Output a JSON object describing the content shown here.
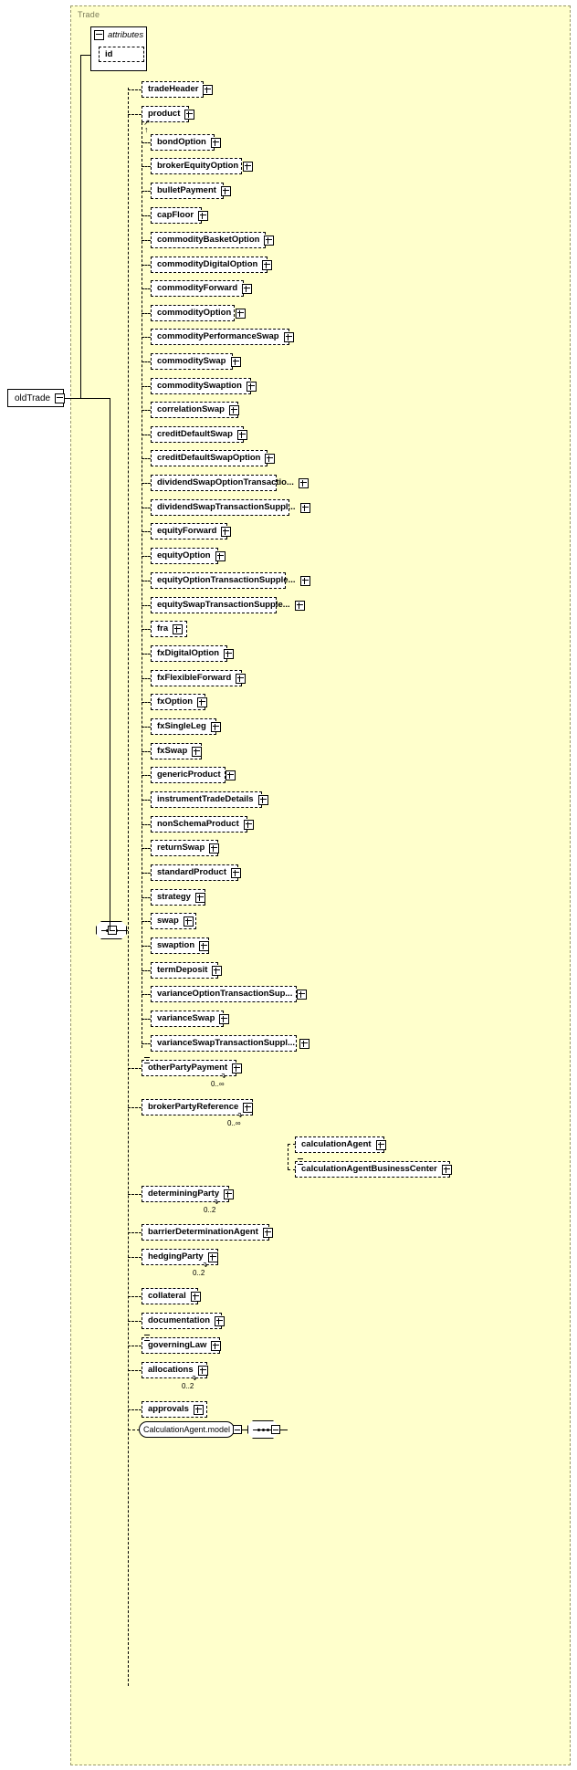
{
  "diagram": {
    "type": "xsd-schema-tree",
    "root": {
      "label": "oldTrade",
      "expander": "minus"
    },
    "group": {
      "title": "Trade"
    },
    "attributes": {
      "header": "attributes",
      "expander": "minus",
      "items": [
        {
          "label": "id"
        }
      ]
    },
    "sequence_connector": {
      "name": "sequence",
      "expander": "minus"
    },
    "children": [
      {
        "label": "tradeHeader",
        "expander": "plus",
        "occurrence": "",
        "indent": 1
      },
      {
        "label": "product",
        "expander": "plus",
        "occurrence": "",
        "indent": 1,
        "abstract": true
      },
      {
        "label": "bondOption",
        "expander": "plus",
        "occurrence": "",
        "indent": 2
      },
      {
        "label": "brokerEquityOption",
        "expander": "plus",
        "occurrence": "",
        "indent": 2
      },
      {
        "label": "bulletPayment",
        "expander": "plus",
        "occurrence": "",
        "indent": 2
      },
      {
        "label": "capFloor",
        "expander": "plus",
        "occurrence": "",
        "indent": 2
      },
      {
        "label": "commodityBasketOption",
        "expander": "plus",
        "occurrence": "",
        "indent": 2
      },
      {
        "label": "commodityDigitalOption",
        "expander": "plus",
        "occurrence": "",
        "indent": 2
      },
      {
        "label": "commodityForward",
        "expander": "plus",
        "occurrence": "",
        "indent": 2
      },
      {
        "label": "commodityOption",
        "expander": "plus",
        "occurrence": "",
        "indent": 2
      },
      {
        "label": "commodityPerformanceSwap",
        "expander": "plus",
        "occurrence": "",
        "indent": 2
      },
      {
        "label": "commoditySwap",
        "expander": "plus",
        "occurrence": "",
        "indent": 2
      },
      {
        "label": "commoditySwaption",
        "expander": "plus",
        "occurrence": "",
        "indent": 2
      },
      {
        "label": "correlationSwap",
        "expander": "plus",
        "occurrence": "",
        "indent": 2
      },
      {
        "label": "creditDefaultSwap",
        "expander": "plus",
        "occurrence": "",
        "indent": 2
      },
      {
        "label": "creditDefaultSwapOption",
        "expander": "plus",
        "occurrence": "",
        "indent": 2
      },
      {
        "label": "dividendSwapOptionTransactio...",
        "expander": "plus",
        "occurrence": "",
        "indent": 2
      },
      {
        "label": "dividendSwapTransactionSuppl...",
        "expander": "plus",
        "occurrence": "",
        "indent": 2
      },
      {
        "label": "equityForward",
        "expander": "plus",
        "occurrence": "",
        "indent": 2
      },
      {
        "label": "equityOption",
        "expander": "plus",
        "occurrence": "",
        "indent": 2
      },
      {
        "label": "equityOptionTransactionSupple...",
        "expander": "plus",
        "occurrence": "",
        "indent": 2
      },
      {
        "label": "equitySwapTransactionSupple...",
        "expander": "plus",
        "occurrence": "",
        "indent": 2
      },
      {
        "label": "fra",
        "expander": "plus",
        "occurrence": "",
        "indent": 2
      },
      {
        "label": "fxDigitalOption",
        "expander": "plus",
        "occurrence": "",
        "indent": 2
      },
      {
        "label": "fxFlexibleForward",
        "expander": "plus",
        "occurrence": "",
        "indent": 2
      },
      {
        "label": "fxOption",
        "expander": "plus",
        "occurrence": "",
        "indent": 2
      },
      {
        "label": "fxSingleLeg",
        "expander": "plus",
        "occurrence": "",
        "indent": 2
      },
      {
        "label": "fxSwap",
        "expander": "plus",
        "occurrence": "",
        "indent": 2
      },
      {
        "label": "genericProduct",
        "expander": "plus",
        "occurrence": "",
        "indent": 2
      },
      {
        "label": "instrumentTradeDetails",
        "expander": "plus",
        "occurrence": "",
        "indent": 2
      },
      {
        "label": "nonSchemaProduct",
        "expander": "plus",
        "occurrence": "",
        "indent": 2
      },
      {
        "label": "returnSwap",
        "expander": "plus",
        "occurrence": "",
        "indent": 2
      },
      {
        "label": "standardProduct",
        "expander": "plus",
        "occurrence": "",
        "indent": 2
      },
      {
        "label": "strategy",
        "expander": "plus",
        "occurrence": "",
        "indent": 2
      },
      {
        "label": "swap",
        "expander": "plus",
        "occurrence": "",
        "indent": 2
      },
      {
        "label": "swaption",
        "expander": "plus",
        "occurrence": "",
        "indent": 2
      },
      {
        "label": "termDeposit",
        "expander": "plus",
        "occurrence": "",
        "indent": 2
      },
      {
        "label": "varianceOptionTransactionSup...",
        "expander": "plus",
        "occurrence": "",
        "indent": 2
      },
      {
        "label": "varianceSwap",
        "expander": "plus",
        "occurrence": "",
        "indent": 2
      },
      {
        "label": "varianceSwapTransactionSuppl...",
        "expander": "plus",
        "occurrence": "",
        "indent": 2
      },
      {
        "label": "otherPartyPayment",
        "expander": "plus",
        "occurrence": "0..∞",
        "indent": 1
      },
      {
        "label": "brokerPartyReference",
        "expander": "plus",
        "occurrence": "0..∞",
        "indent": 1
      },
      {
        "label": "determiningParty",
        "expander": "plus",
        "occurrence": "0..2",
        "indent": 1
      },
      {
        "label": "barrierDeterminationAgent",
        "expander": "plus",
        "occurrence": "",
        "indent": 1
      },
      {
        "label": "hedgingParty",
        "expander": "plus",
        "occurrence": "0..2",
        "indent": 1
      },
      {
        "label": "collateral",
        "expander": "plus",
        "occurrence": "",
        "indent": 1
      },
      {
        "label": "documentation",
        "expander": "plus",
        "occurrence": "",
        "indent": 1
      },
      {
        "label": "governingLaw",
        "expander": "plus",
        "occurrence": "",
        "indent": 1
      },
      {
        "label": "allocations",
        "expander": "plus",
        "occurrence": "0..2",
        "indent": 1
      },
      {
        "label": "approvals",
        "expander": "plus",
        "occurrence": "",
        "indent": 1
      }
    ],
    "calculation_agent_model": {
      "label": "CalculationAgent.model",
      "expander": "minus",
      "sequence_expander": "minus",
      "children": [
        {
          "label": "calculationAgent",
          "expander": "plus"
        },
        {
          "label": "calculationAgentBusinessCenter",
          "expander": "plus"
        }
      ]
    },
    "colors": {
      "group_fill": "#ffffcc",
      "group_border": "#9a9a6a",
      "node_fill": "#ffffff",
      "node_border": "#000000",
      "shadow": "#c0c0c0",
      "title_text": "#7c7c5a"
    }
  }
}
